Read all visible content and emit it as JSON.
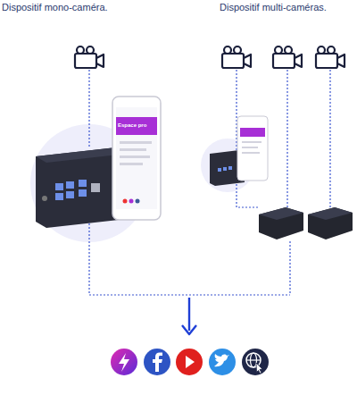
{
  "diagram": {
    "labels": [
      "Dispositif mono-caméra.",
      "Dispositif multi-caméras.",
      "Espace pro"
    ]
  }
}
